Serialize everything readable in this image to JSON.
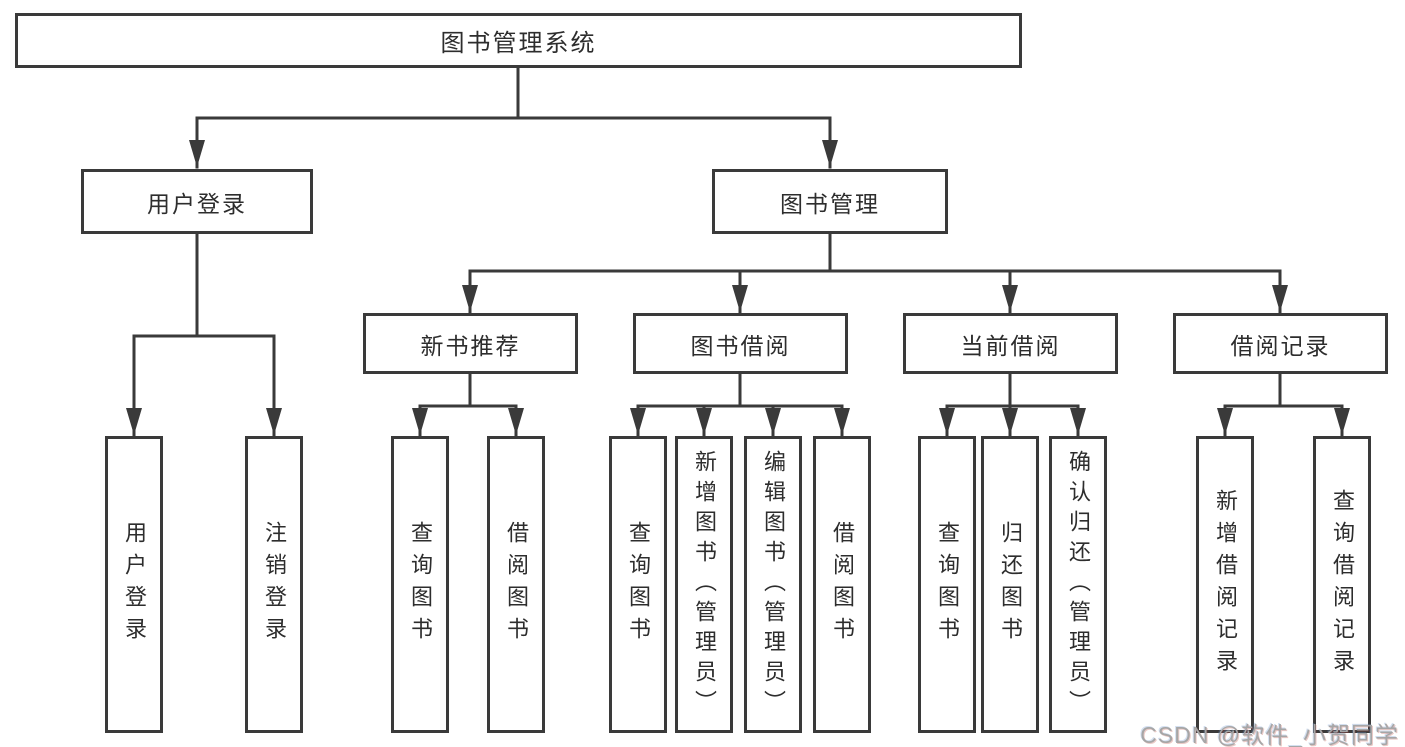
{
  "tree": {
    "root": {
      "label": "图书管理系统",
      "children": [
        {
          "label": "用户登录",
          "children": [
            {
              "label": "用户登录"
            },
            {
              "label": "注销登录"
            }
          ]
        },
        {
          "label": "图书管理",
          "children": [
            {
              "label": "新书推荐",
              "children": [
                {
                  "label": "查询图书"
                },
                {
                  "label": "借阅图书"
                }
              ]
            },
            {
              "label": "图书借阅",
              "children": [
                {
                  "label": "查询图书"
                },
                {
                  "label": "新增图书（管理员）"
                },
                {
                  "label": "编辑图书（管理员）"
                },
                {
                  "label": "借阅图书"
                }
              ]
            },
            {
              "label": "当前借阅",
              "children": [
                {
                  "label": "查询图书"
                },
                {
                  "label": "归还图书"
                },
                {
                  "label": "确认归还（管理员）"
                }
              ]
            },
            {
              "label": "借阅记录",
              "children": [
                {
                  "label": "新增借阅记录"
                },
                {
                  "label": "查询借阅记录"
                }
              ]
            }
          ]
        }
      ]
    }
  },
  "watermark": "CSDN @软件_小贺同学",
  "colors": {
    "line": "#3a3a3a",
    "box_border": "#3a3a3a",
    "text": "#2d2d2d",
    "background": "#ffffff",
    "watermark": "#a6a6a6"
  }
}
